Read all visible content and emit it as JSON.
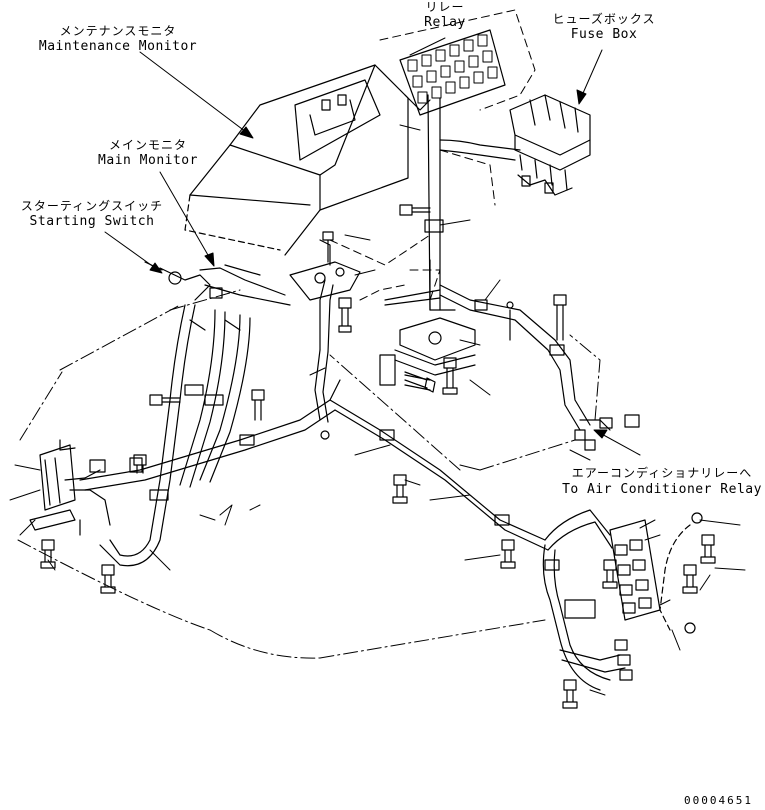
{
  "labels": {
    "maintenance_monitor_jp": "メンテナンスモニタ",
    "maintenance_monitor_en": "Maintenance Monitor",
    "relay_jp": "リレー",
    "relay_en": "Relay",
    "fuse_box_jp": "ヒューズボックス",
    "fuse_box_en": "Fuse Box",
    "main_monitor_jp": "メインモニタ",
    "main_monitor_en": "Main Monitor",
    "starting_switch_jp": "スターティングスイッチ",
    "starting_switch_en": "Starting Switch",
    "air_conditioner_relay_jp": "エアーコンディショナリレーへ",
    "air_conditioner_relay_en": "To Air Conditioner Relay"
  },
  "drawing_number": "00004651",
  "icons": [
    "bolt-icon",
    "connector-icon",
    "harness-clamp-icon",
    "ring-terminal-icon",
    "leader-arrow-icon"
  ]
}
